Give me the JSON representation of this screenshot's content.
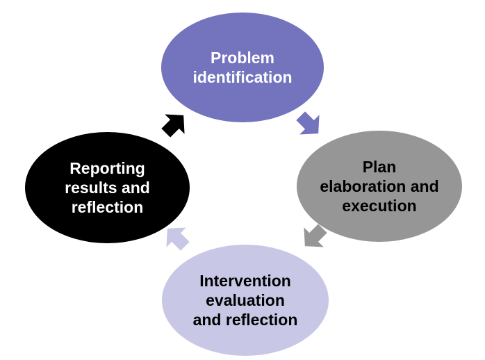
{
  "diagram": {
    "type": "cycle",
    "nodes": [
      {
        "id": "problem",
        "label": "Problem\nidentification",
        "fill": "#7474be",
        "text_color": "#ffffff"
      },
      {
        "id": "plan",
        "label": "Plan\nelaboration and\nexecution",
        "fill": "#969696",
        "text_color": "#000000"
      },
      {
        "id": "evaluation",
        "label": "Intervention\nevaluation\nand reflection",
        "fill": "#c8c8e6",
        "text_color": "#000000"
      },
      {
        "id": "reporting",
        "label": "Reporting\nresults and\nreflection",
        "fill": "#000000",
        "text_color": "#ffffff"
      }
    ],
    "edges": [
      {
        "from": "problem",
        "to": "plan",
        "color": "#7474be"
      },
      {
        "from": "plan",
        "to": "evaluation",
        "color": "#969696"
      },
      {
        "from": "evaluation",
        "to": "reporting",
        "color": "#c8c8e6"
      },
      {
        "from": "reporting",
        "to": "problem",
        "color": "#000000"
      }
    ]
  }
}
